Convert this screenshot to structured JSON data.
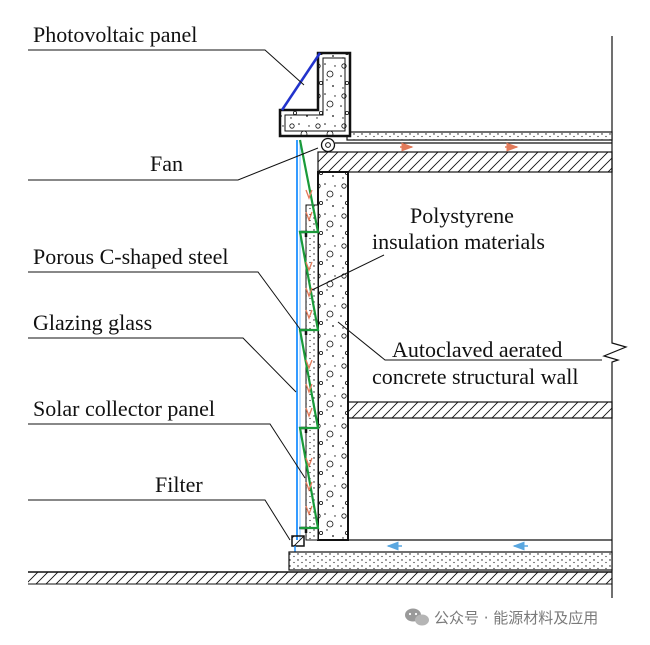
{
  "labels": {
    "photovoltaic_panel": "Photovoltaic panel",
    "fan": "Fan",
    "porous_c_shaped_steel": "Porous C-shaped steel",
    "glazing_glass": "Glazing glass",
    "solar_collector_panel": "Solar collector panel",
    "filter": "Filter",
    "polystyrene_line1": "Polystyrene",
    "polystyrene_line2": "insulation materials",
    "aac_line1": "Autoclaved aerated",
    "aac_line2": "concrete structural wall"
  },
  "watermark": {
    "icon": "wechat-icon",
    "text": "公众号 · 能源材料及应用"
  },
  "colors": {
    "line": "#111111",
    "glazing": "#1e90ff",
    "collector": "#1a9a3a",
    "pv_panel": "#2233cc",
    "airflow": "#e27a5a",
    "return_air": "#5aa7e0"
  }
}
